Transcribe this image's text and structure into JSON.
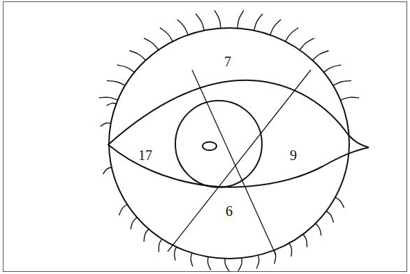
{
  "diagram": {
    "labels": [
      "7",
      "17",
      "9",
      "6"
    ]
  }
}
